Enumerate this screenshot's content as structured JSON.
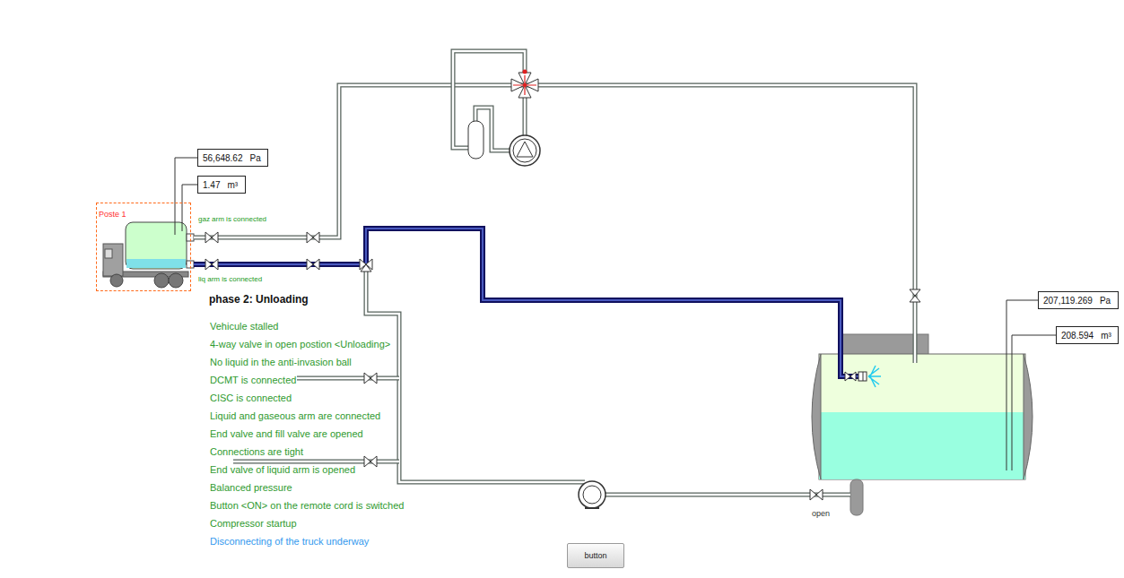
{
  "diagram": {
    "title": "phase 2: Unloading",
    "nodes": [
      {
        "text": [
          "56,648.62",
          "Pa"
        ]
      },
      {
        "text": [
          "1.47",
          "m³"
        ]
      },
      {
        "text": [
          "Poste 1"
        ]
      },
      {
        "text": [
          "207,119.269",
          "Pa"
        ]
      },
      {
        "text": [
          "208.594",
          "m³"
        ]
      },
      {
        "text": [
          "button"
        ]
      }
    ],
    "labels": [
      "gaz arm is connected",
      "liq arm is connected",
      "Vehicule stalled",
      "4-way valve in open postion <Unloading>",
      "No liquid in the anti-invasion ball",
      "DCMT is connected",
      "CISC is connected",
      "Liquid and gaseous arm are connected",
      "End valve and fill valve are opened",
      "Connections are tight",
      "End valve of liquid arm is opened",
      "Balanced pressure",
      "Button <ON> on the remote cord is switched",
      "Compressor startup",
      "Disconnecting of the truck underway",
      "open"
    ]
  }
}
